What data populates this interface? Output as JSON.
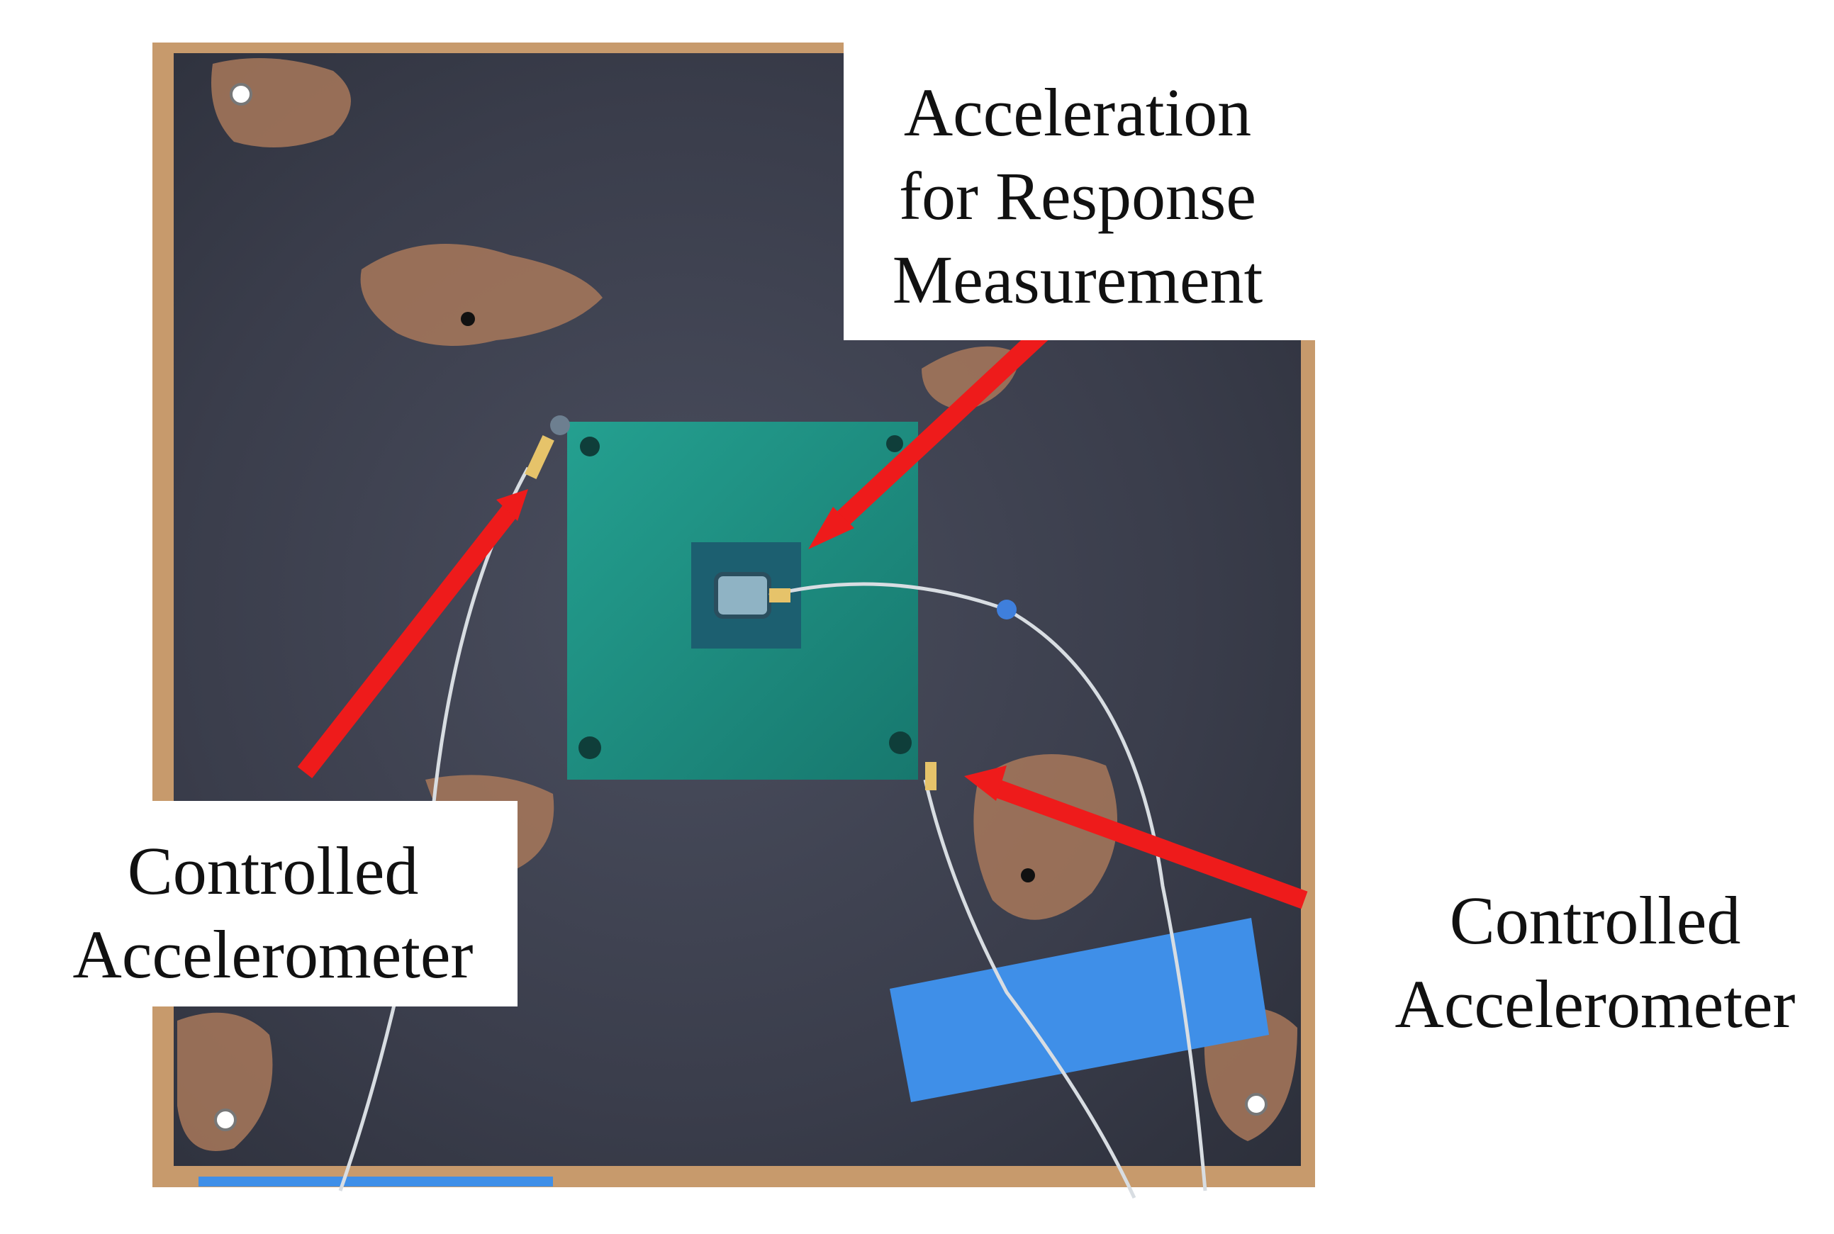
{
  "figure": {
    "labels": {
      "response_accelerometer": [
        "Acceleration",
        "for Response",
        "Measurement"
      ],
      "controlled_accelerometer_left": [
        "Controlled",
        "Accelerometer"
      ],
      "controlled_accelerometer_right": [
        "Controlled",
        "Accelerometer"
      ]
    },
    "colors": {
      "plate": "#3b3e4c",
      "plate_edge": "#c79a6c",
      "pcb": "#1f8f82",
      "package": "#1c5f70",
      "arrow": "#ee1b1b",
      "tape": "#3f8fe8",
      "cable": "#d8dde2",
      "copper_patch": "#a8785a"
    },
    "icons": [
      "arrow-icon"
    ]
  }
}
